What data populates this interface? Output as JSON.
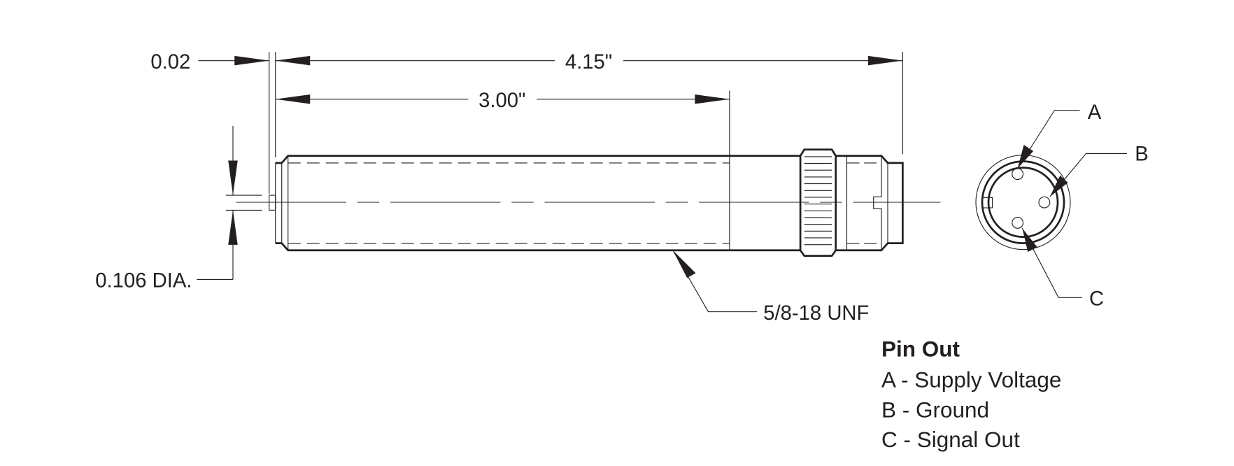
{
  "dimensions": {
    "overall_length": "4.15\"",
    "thread_length": "3.00\"",
    "pin_offset": "0.02",
    "pin_diameter": "0.106 DIA.",
    "thread_spec": "5/8-18 UNF"
  },
  "end_view": {
    "pin_a": "A",
    "pin_b": "B",
    "pin_c": "C"
  },
  "pin_out": {
    "title": "Pin Out",
    "items": [
      "A - Supply Voltage",
      "B - Ground",
      "C - Signal Out"
    ]
  }
}
